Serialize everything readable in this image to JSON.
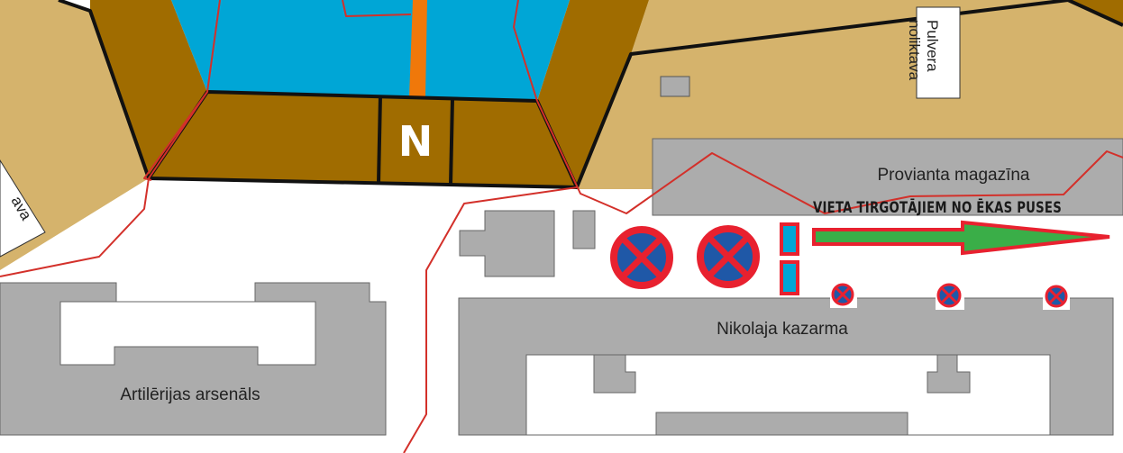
{
  "map": {
    "north_marker": "N",
    "buildings": {
      "pulvera": "Pulvera noliktava",
      "left_cut": "ava",
      "provianta": "Provianta magazīna",
      "nikolaja": "Nikolaja kazarma",
      "artilerijas": "Artilērijas arsenāls"
    },
    "note": "VIETA TIRGOTĀJIEM NO ĒKAS PUSES",
    "legend_icons": [
      "no-stopping-sign-icon",
      "trader-stall-icon",
      "direction-arrow-icon"
    ],
    "colors": {
      "earthwork": "#a06c00",
      "terrain": "#d5b36c",
      "water": "#00a6d6",
      "bridge": "#f0780a",
      "building": "#acacac",
      "boundary": "#d3302a",
      "sign_red": "#e8212f",
      "sign_blue": "#1f58a7",
      "arrow_green": "#3aae48"
    }
  }
}
